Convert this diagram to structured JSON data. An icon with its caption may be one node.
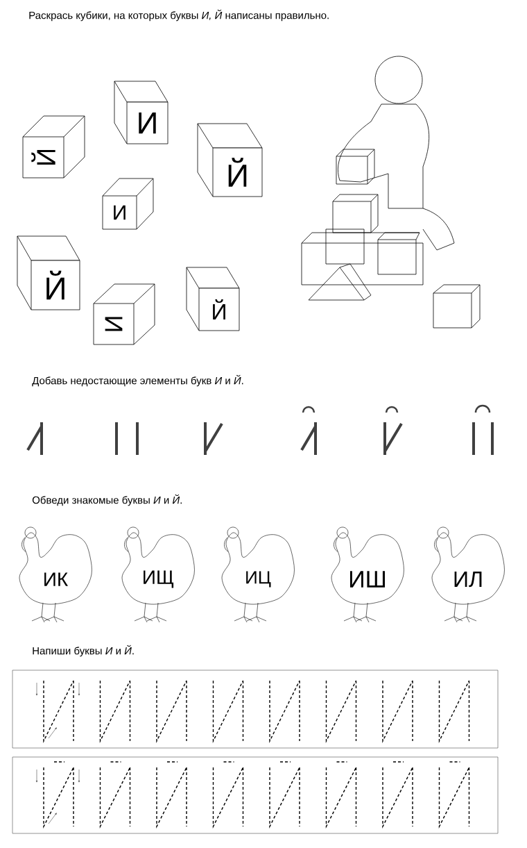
{
  "diagram": {
    "nodes": [
      {
        "text": [
          "И"
        ]
      },
      {
        "text": [
          "Й"
        ]
      },
      {
        "text": [
          "Й"
        ]
      },
      {
        "text": [
          "И"
        ]
      },
      {
        "text": [
          "Й"
        ]
      },
      {
        "text": [
          "Й"
        ]
      },
      {
        "text": [
          "И"
        ]
      },
      {
        "text": [
          "ИК"
        ]
      },
      {
        "text": [
          "ИЩ"
        ]
      },
      {
        "text": [
          "ИЦ"
        ]
      },
      {
        "text": [
          "ИШ"
        ]
      },
      {
        "text": [
          "ИЛ"
        ]
      }
    ],
    "labels": [
      "Раскрась кубики, на которых буквы *И, Й* написаны правильно.",
      "Добавь недостающие элементы букв *И* и *Й*.",
      "Обведи знакомые буквы *И* и *Й*.",
      "Напиши буквы *И* и *Й*."
    ]
  }
}
